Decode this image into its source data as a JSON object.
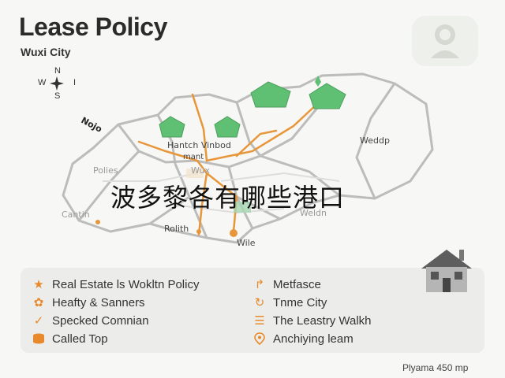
{
  "header": {
    "title": "Lease Policy",
    "subtitle": "Wuxi City"
  },
  "compass": {
    "n": "N",
    "s": "S",
    "w": "W",
    "e": "I"
  },
  "map_labels": {
    "nojo": "Nojo",
    "polies": "Polies",
    "cantin": "Cantin",
    "hantch": "Hantch  Vinbod",
    "mant": "mant",
    "wuxi": "Wux",
    "rolith": "Rolith",
    "wile": "Wile",
    "weddp": "Weddp",
    "weldn": "Weldn"
  },
  "overlay_text": "波多黎各有哪些港口",
  "legend": {
    "left": [
      {
        "icon": "star-icon",
        "label": "Real Estate ls Wokltn Policy"
      },
      {
        "icon": "gear-icon",
        "label": "Heafty & Sanners"
      },
      {
        "icon": "check-icon",
        "label": "Specked Comnian"
      },
      {
        "icon": "cylinder-icon",
        "label": "Called Top"
      }
    ],
    "right": [
      {
        "icon": "hook-icon",
        "label": "Metfasce"
      },
      {
        "icon": "refresh-icon",
        "label": "Tnme City"
      },
      {
        "icon": "list-icon",
        "label": "The Leastry Walkh"
      },
      {
        "icon": "pin-icon",
        "label": "Anchiying leam"
      }
    ]
  },
  "footer": {
    "text": "Plyama 450 mp"
  },
  "colors": {
    "road": "#e8963a",
    "building": "#5fbf73",
    "outline": "#b9b9b9",
    "accent": "#e88a2c"
  }
}
